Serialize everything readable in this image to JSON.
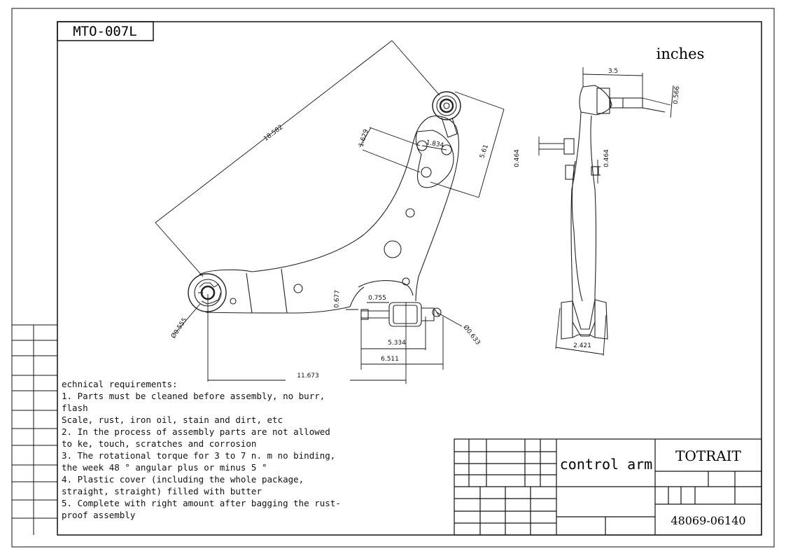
{
  "drawing_number": "MTO-007L",
  "units": "inches",
  "dimensions": {
    "arm_length": "18.582",
    "bolt_spacing_a": "1.629",
    "bolt_spacing_b": "1.834",
    "ball_joint_offset": "5.61",
    "front_bushing_dia": "Ø0.555",
    "overall_span": "11.673",
    "small_hole": "0.677",
    "rear_stud": "0.755",
    "rear_bushing_len": "5.334",
    "rear_total_len": "6.511",
    "rear_bushing_dia": "Ø0.633",
    "side_width_top": "3.5",
    "side_stud_dia": "0.566",
    "side_stud_a": "0.464",
    "side_stud_b": "0.464",
    "side_bottom_width": "2.421"
  },
  "requirements": [
    "echnical requirements:",
    "1.    Parts must be cleaned before assembly, no burr, flash",
    "Scale, rust, iron oil, stain and dirt, etc",
    "2.    In the process of assembly parts are not allowed to ke, touch, scratches and corrosion",
    "3.    The rotational torque for 3 to 7 n. m no binding, the week 48 °  angular plus or minus 5 °",
    "4.    Plastic cover (including the whole package, straight, straight) filled with butter",
    "5.    Complete with right amount after bagging the rust-proof assembly"
  ],
  "title_block": {
    "part_name": "control arm",
    "company": "TOTRAIT",
    "part_number": "48069-06140"
  }
}
